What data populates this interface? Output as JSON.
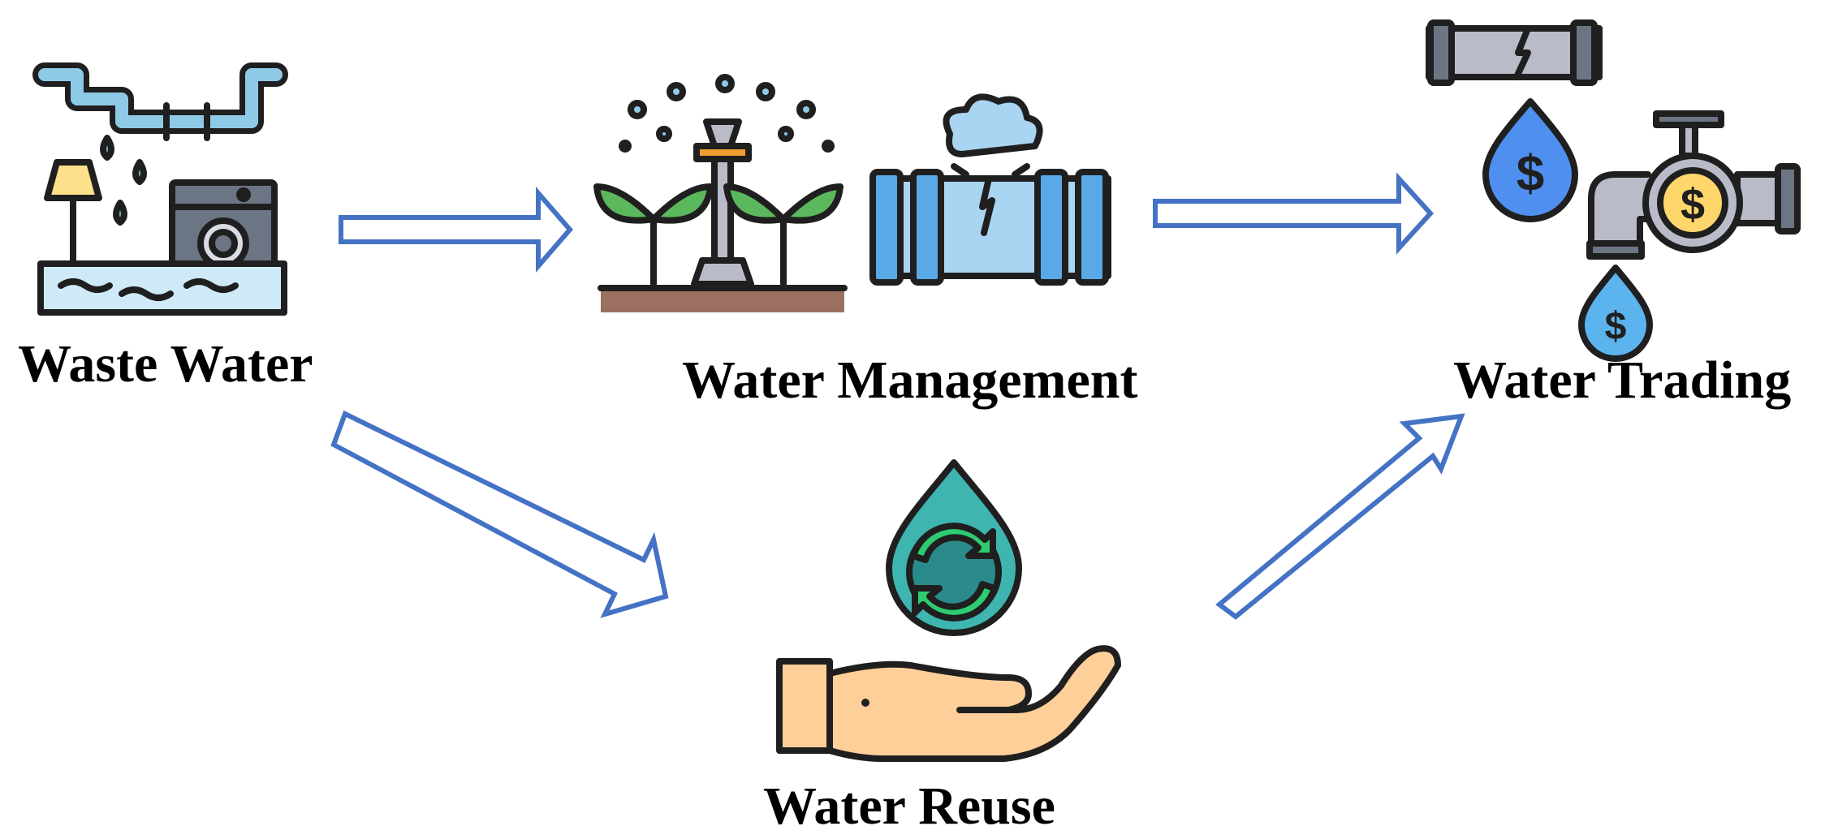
{
  "nodes": [
    {
      "id": "waste-water",
      "label": "Waste Water",
      "icon": "waste-water-icon"
    },
    {
      "id": "water-management",
      "label": "Water Management",
      "icon": "water-management-icon"
    },
    {
      "id": "water-trading",
      "label": "Water Trading",
      "icon": "water-trading-icon"
    },
    {
      "id": "water-reuse",
      "label": "Water Reuse",
      "icon": "water-reuse-icon"
    }
  ],
  "edges": [
    {
      "from": "waste-water",
      "to": "water-management"
    },
    {
      "from": "water-management",
      "to": "water-trading"
    },
    {
      "from": "waste-water",
      "to": "water-reuse"
    },
    {
      "from": "water-reuse",
      "to": "water-trading"
    }
  ],
  "icons": {
    "dollar_symbol": "$"
  },
  "colors": {
    "arrow_stroke": "#4472C4",
    "outline": "#1f1f1f",
    "pipe_light": "#8ecae6",
    "pipe_blue": "#5aa9e6",
    "water_light": "#cfeaf7",
    "leaf_green": "#5cb85c",
    "soil_brown": "#9b7060",
    "drop_teal": "#3fb5b0",
    "recycle_green": "#2ecc71",
    "hand_skin": "#ffcf9a",
    "coin_yellow": "#ffd66b",
    "drop_blue": "#4f8ff0",
    "metal_gray": "#b9bcc8",
    "lamp_yellow": "#ffe08a"
  }
}
